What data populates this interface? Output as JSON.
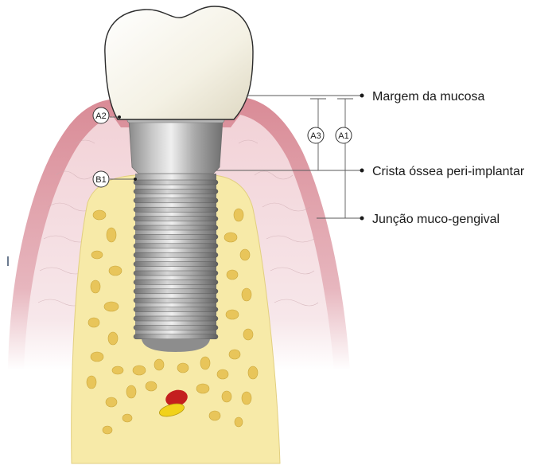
{
  "labels": {
    "mucosa_margin": "Margem da mucosa",
    "bone_crest": "Crista óssea peri-implantar",
    "mucogingival_junction": "Junção muco-gengival"
  },
  "markers": {
    "a1": "A1",
    "a2": "A2",
    "a3": "A3",
    "b1": "B1"
  },
  "colors": {
    "gingiva_outer": "#d98b96",
    "gingiva_inner": "#f4dce0",
    "bone": "#f7eaa8",
    "trabecular": "#e5c14f",
    "implant_light": "#d9d9d9",
    "implant_dark": "#7f7f7f",
    "crown": "#f6f4ea",
    "marrow_red": "#c41f1f",
    "marrow_yellow": "#f1d21a",
    "guide_line": "#555555"
  }
}
